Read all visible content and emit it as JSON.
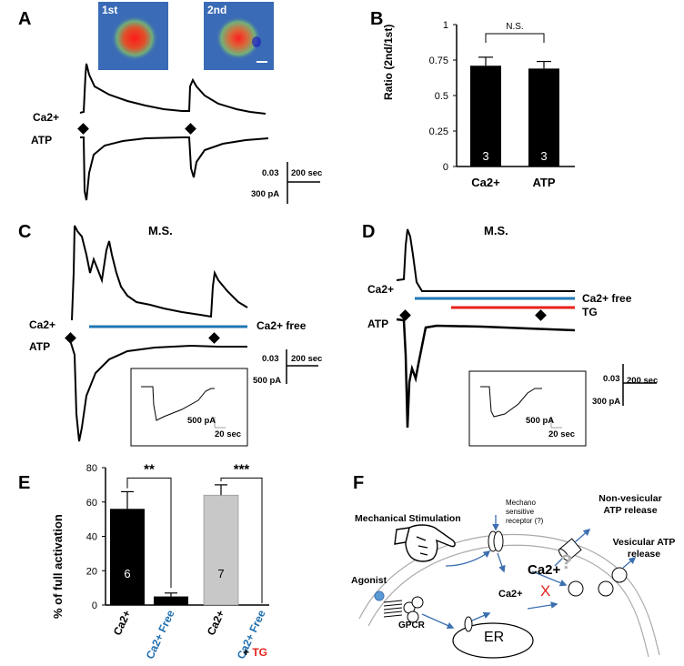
{
  "panel_letters": {
    "a": "A",
    "b": "B",
    "c": "C",
    "d": "D",
    "e": "E",
    "f": "F"
  },
  "panel_a": {
    "image1_label": "1st",
    "image2_label": "2nd",
    "ca_label": "Ca2+",
    "atp_label": "ATP",
    "scale_ratio": "0.03",
    "scale_time": "200 sec",
    "scale_current": "300 pA"
  },
  "panel_c": {
    "title": "M.S.",
    "ca_label": "Ca2+",
    "atp_label": "ATP",
    "ca_free": "Ca2+ free",
    "scale_ratio": "0.03",
    "scale_time": "200 sec",
    "scale_current": "500 pA",
    "inset_current": "500 pA",
    "inset_time": "20 sec"
  },
  "panel_d": {
    "title": "M.S.",
    "ca_label": "Ca2+",
    "atp_label": "ATP",
    "ca_free": "Ca2+ free",
    "tg": "TG",
    "scale_ratio": "0.03",
    "scale_time": "200 sec",
    "scale_current": "300 pA",
    "inset_current": "500 pA",
    "inset_time": "20 sec"
  },
  "panel_f": {
    "mechanical": "Mechanical Stimulation",
    "mechano_receptor": "Mechano sensitive receptor (?)",
    "non_vesicular": "Non-vesicular ATP release",
    "vesicular": "Vesicular ATP release",
    "agonist": "Agonist",
    "gpcr": "GPCR",
    "er": "ER",
    "ca_big": "Ca2+",
    "ca_small": "Ca2+",
    "question": "?",
    "cross": "X"
  },
  "colors": {
    "ca_free_line": "#1f77b4",
    "tg_line": "#e8201b",
    "bar_black": "#000000",
    "bar_gray": "#c8c8c8",
    "arrow_blue": "#3c6fb0"
  },
  "chart_data": [
    {
      "type": "bar",
      "panel": "B",
      "categories": [
        "Ca2+",
        "ATP"
      ],
      "values": [
        0.71,
        0.69
      ],
      "errors": [
        0.06,
        0.05
      ],
      "n_labels": [
        "3",
        "3"
      ],
      "ylabel": "Ratio (2nd/1st)",
      "ylim": [
        0,
        1
      ],
      "yticks": [
        "0",
        "0.25",
        "0.5",
        "0.75",
        "1"
      ],
      "significance": "N.S.",
      "grid": false
    },
    {
      "type": "bar",
      "panel": "E",
      "categories": [
        "Ca2+",
        "Ca2+ Free",
        "Ca2+",
        "Ca2+ Free + TG"
      ],
      "values": [
        56,
        5,
        64,
        0
      ],
      "errors": [
        10,
        2,
        6,
        0
      ],
      "n_labels": [
        "6",
        "",
        "7",
        ""
      ],
      "ylabel": "% of full activation",
      "ylim": [
        0,
        80
      ],
      "yticks": [
        "0",
        "20",
        "40",
        "60",
        "80"
      ],
      "significance": [
        "**",
        "***"
      ],
      "grid": false
    }
  ]
}
